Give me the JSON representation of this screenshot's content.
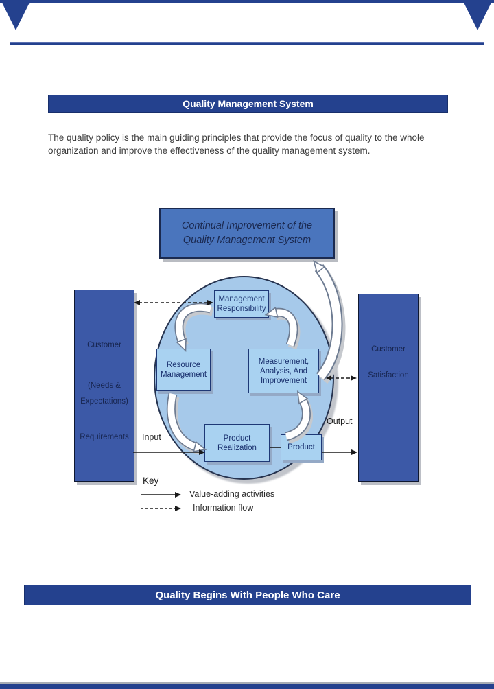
{
  "header": {
    "title": "Quality Management System"
  },
  "intro_text": "The quality policy is the main guiding principles that provide the focus of quality to the whole organization and improve the effectiveness of the quality management system.",
  "diagram": {
    "top_box_line1": "Continual Improvement of the",
    "top_box_line2": "Quality Management System",
    "left_box": [
      "Customer",
      "(Needs &",
      "Expectations)",
      "Requirements"
    ],
    "right_box": [
      "Customer",
      "Satisfaction"
    ],
    "management_box": "Management Responsibility",
    "resource_box": "Resource Management",
    "measurement_box": "Measurement, Analysis, And Improvement",
    "product_realization_box": "Product Realization",
    "product_box": "Product",
    "input_label": "Input",
    "output_label": "Output",
    "key_label": "Key",
    "legend_solid": "Value-adding activities",
    "legend_dashed": "Information flow"
  },
  "footer": {
    "banner": "Quality Begins With People Who Care"
  },
  "colors": {
    "banner_blue": "#24418e",
    "side_box_blue": "#3c59a7",
    "top_box_blue": "#4a75bd",
    "circle_blue": "#a6c9ea",
    "node_blue": "#a9d2f1",
    "shadow_gray": "#bcbfc6"
  }
}
